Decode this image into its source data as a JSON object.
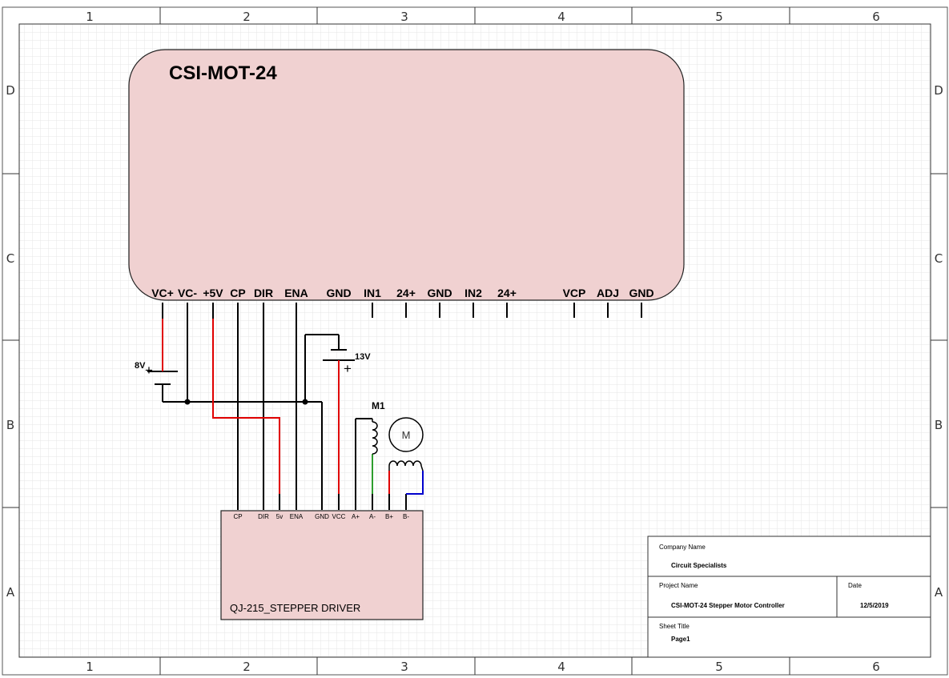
{
  "frame": {
    "columns": [
      "1",
      "2",
      "3",
      "4",
      "5",
      "6"
    ],
    "rows": [
      "D",
      "C",
      "B",
      "A"
    ]
  },
  "controller": {
    "title": "CSI-MOT-24",
    "pins": [
      "VC+",
      "VC-",
      "+5V",
      "CP",
      "DIR",
      "ENA",
      "GND",
      "IN1",
      "24+",
      "GND",
      "IN2",
      "24+",
      "VCP",
      "ADJ",
      "GND"
    ]
  },
  "batteries": {
    "b1_label": "8V",
    "b2_label": "13V",
    "plus": "+"
  },
  "motor": {
    "ref": "M1",
    "symbol": "M"
  },
  "driver": {
    "title": "QJ-215_STEPPER DRIVER",
    "pins": [
      "CP",
      "DIR",
      "5v",
      "ENA",
      "GND",
      "VCC",
      "A+",
      "A-",
      "B+",
      "B-"
    ]
  },
  "title_block": {
    "company_label": "Company Name",
    "company_value": "Circuit Specialists",
    "project_label": "Project Name",
    "project_value": "CSI-MOT-24 Stepper Motor Controller",
    "date_label": "Date",
    "date_value": "12/5/2019",
    "sheet_label": "Sheet Title",
    "sheet_value": "Page1"
  },
  "colors": {
    "box_fill": "#f0d1d1",
    "grid": "#e3e3e3",
    "red": "#e00000",
    "green": "#2e9e2e",
    "blue": "#0000cc"
  }
}
